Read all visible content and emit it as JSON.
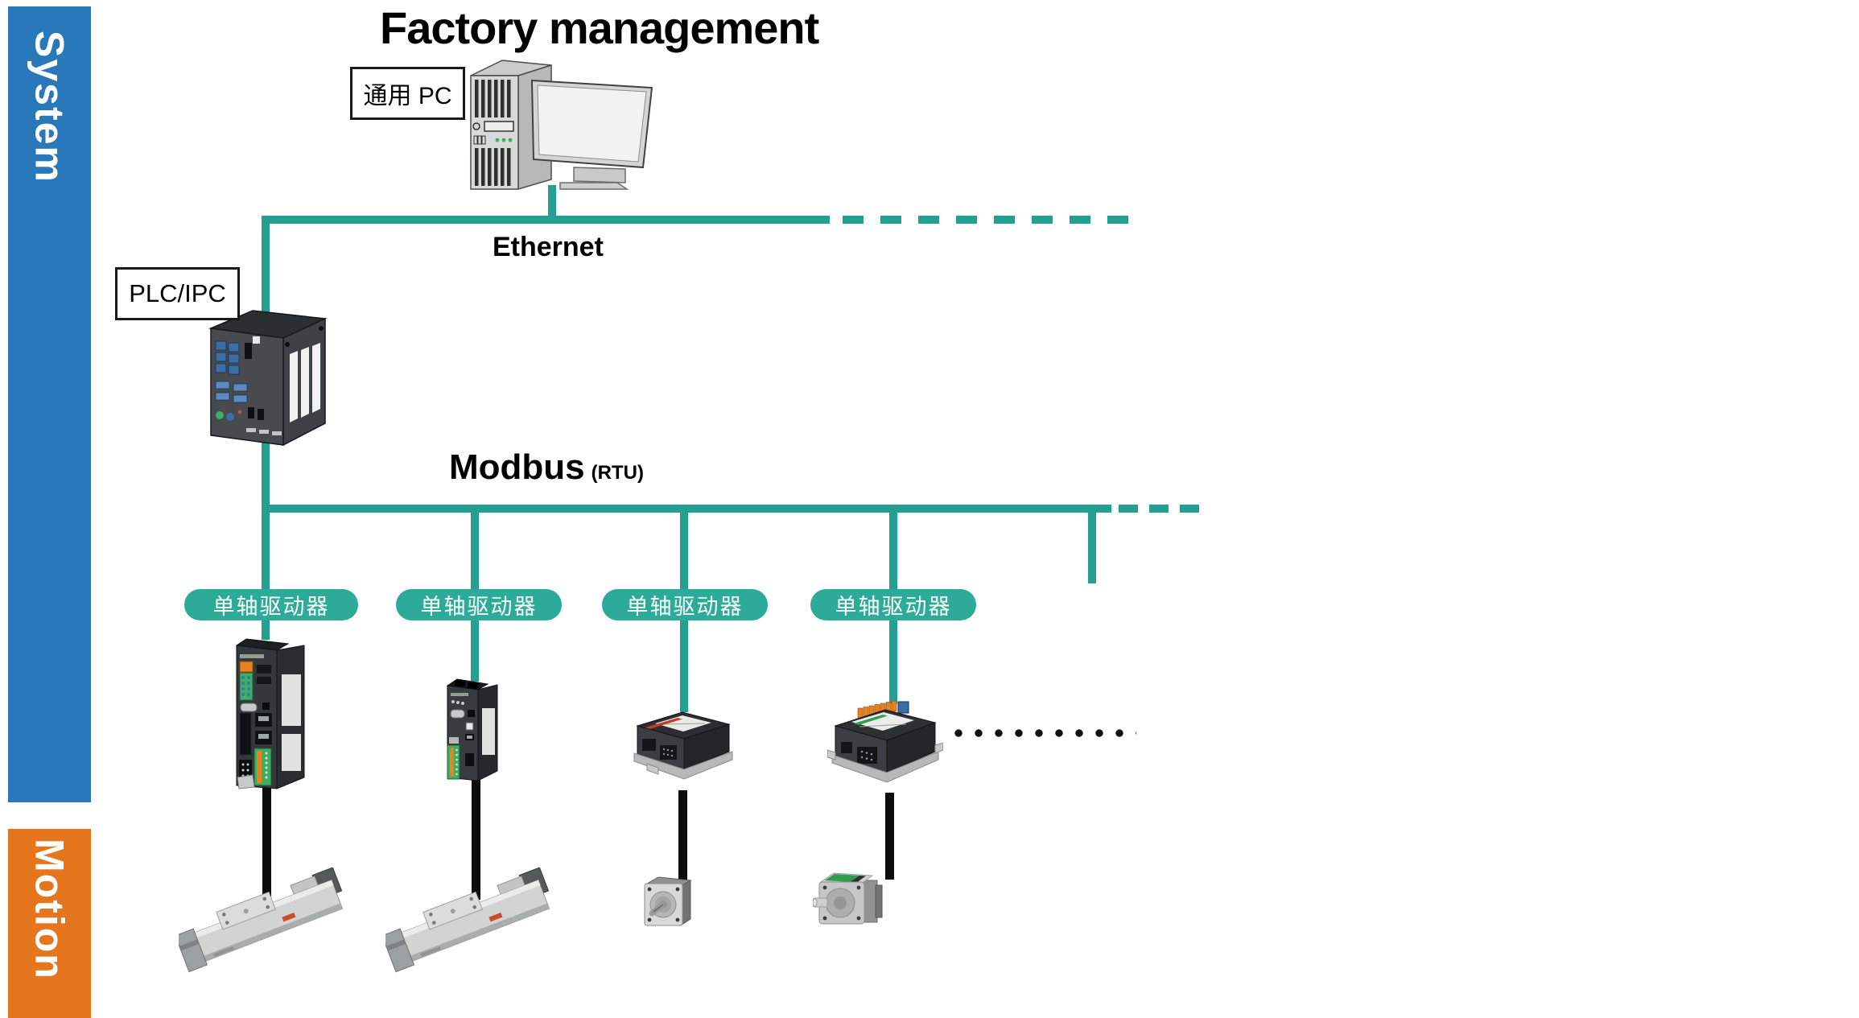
{
  "sidebar": {
    "system_label": "System",
    "motion_label": "Motion"
  },
  "header": {
    "title": "Factory management"
  },
  "networks": {
    "ethernet_label": "Ethernet",
    "modbus_label": "Modbus",
    "modbus_sublabel": "(RTU)"
  },
  "devices": {
    "pc_label": "通用 PC",
    "plc_label": "PLC/IPC",
    "drivers": [
      {
        "label": "单轴驱动器"
      },
      {
        "label": "单轴驱动器"
      },
      {
        "label": "单轴驱动器"
      },
      {
        "label": "单轴驱动器"
      }
    ]
  },
  "colors": {
    "accent_teal": "#23A092",
    "pill_teal": "#2CAB98",
    "system_blue": "#2878BA",
    "motion_orange": "#E5761E",
    "cable_black": "#0D0D0D"
  }
}
